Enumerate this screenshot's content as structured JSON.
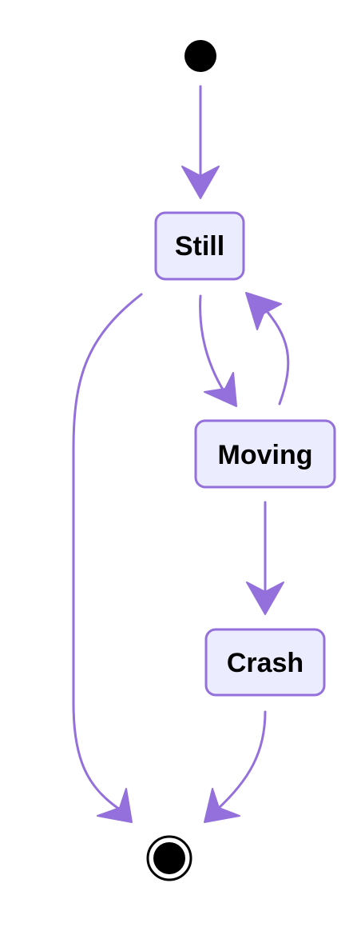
{
  "diagram": {
    "type": "state-diagram",
    "colors": {
      "edge": "#9370DB",
      "state_fill": "#ECECFF",
      "state_border": "#9370DB",
      "text": "#000000",
      "terminal": "#000000"
    },
    "states": {
      "still": "Still",
      "moving": "Moving",
      "crash": "Crash"
    },
    "transitions": [
      {
        "from": "start",
        "to": "Still"
      },
      {
        "from": "Still",
        "to": "Moving"
      },
      {
        "from": "Moving",
        "to": "Still"
      },
      {
        "from": "Moving",
        "to": "Crash"
      },
      {
        "from": "Still",
        "to": "end"
      },
      {
        "from": "Crash",
        "to": "end"
      }
    ]
  }
}
